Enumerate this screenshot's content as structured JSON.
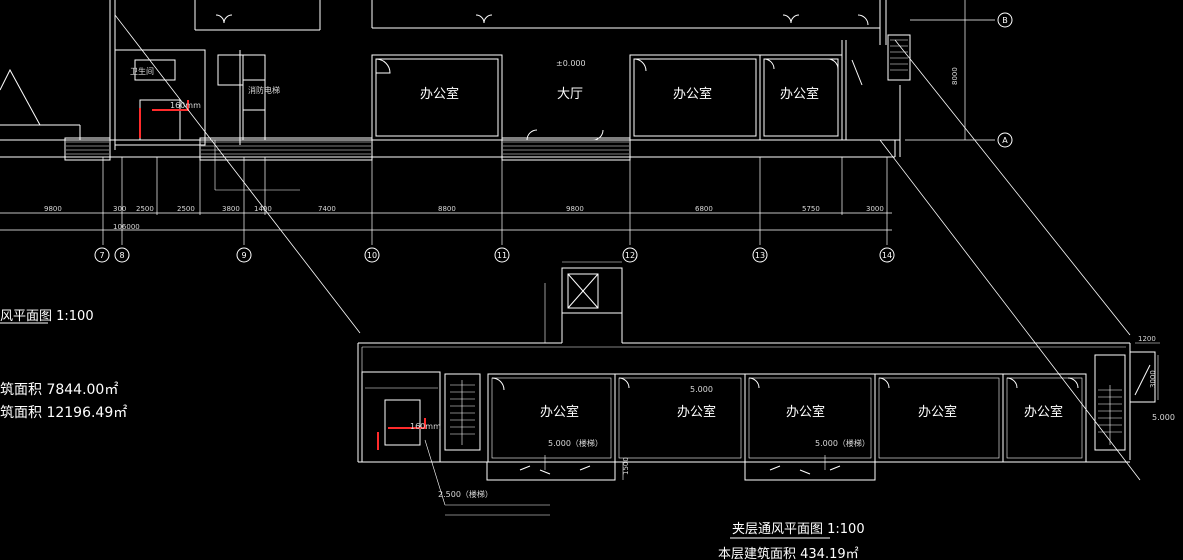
{
  "rooms_upper": {
    "office_1": "办公室",
    "hall": "大厅",
    "office_2": "办公室",
    "office_3": "办公室",
    "elevation_hall": "±0.000",
    "small_label_1": "卫生间",
    "small_label_2": "消防电梯"
  },
  "rooms_lower": {
    "office_1": "办公室",
    "office_2": "办公室",
    "office_3": "办公室",
    "office_4": "办公室",
    "office_5": "办公室",
    "elevation_1": "5.000",
    "elevation_2": "5.000（楼梯）",
    "elevation_3": "5.000（楼梯）",
    "elevation_4": "5.000",
    "elevation_5": "2.500（楼梯）"
  },
  "axis_labels": [
    "7",
    "8",
    "9",
    "10",
    "11",
    "12",
    "13",
    "14"
  ],
  "axis_letters": [
    "B",
    "A"
  ],
  "dimensions_upper": [
    "9800",
    "300",
    "2500",
    "2500",
    "3800",
    "1400",
    "7400",
    "8800",
    "9800",
    "6800",
    "5750",
    "3000"
  ],
  "dimension_total": "106000",
  "dimension_side": "8000",
  "dimension_right": "3000",
  "dimension_right_top": "1200",
  "dimension_bottom": "1500",
  "duct_note": "160mm",
  "left_titles": {
    "plan_title": "风平面图 1:100",
    "area_1": "筑面积 7844.00㎡",
    "area_2": "筑面积 12196.49㎡"
  },
  "bottom_titles": {
    "plan_title": "夹层通风平面图 1:100",
    "area": "本层建筑面积 434.19㎡"
  },
  "colors": {
    "background": "#000000",
    "lines": "#ffffff",
    "highlight": "#ff2b2b"
  }
}
